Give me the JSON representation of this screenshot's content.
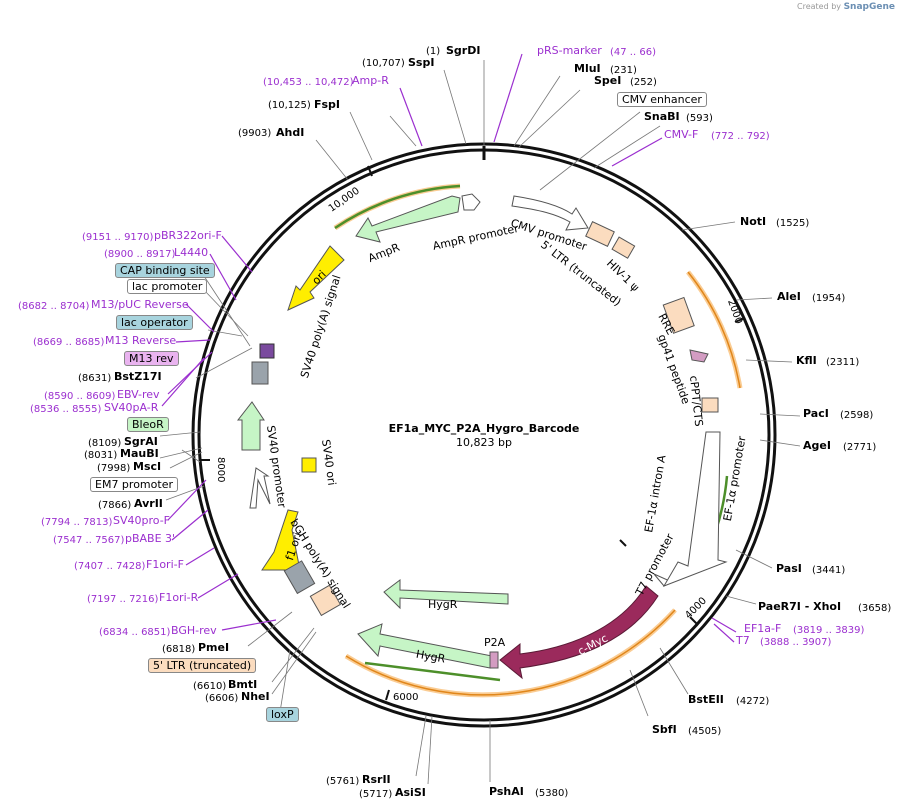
{
  "brand": {
    "prefix": "Created by",
    "name": "SnapGene"
  },
  "plasmid": {
    "name": "EF1a_MYC_P2A_Hygro_Barcode",
    "length_label": "10,823 bp",
    "length": 10823
  },
  "ticks": [
    "2000",
    "4000",
    "6000",
    "8000",
    "10,000"
  ],
  "enzymes": [
    {
      "name": "SgrDI",
      "pos": "(1)"
    },
    {
      "name": "SspI",
      "pos": "(10,707)"
    },
    {
      "name": "FspI",
      "pos": "(10,125)"
    },
    {
      "name": "AhdI",
      "pos": "(9903)"
    },
    {
      "name": "MluI",
      "pos": "(231)"
    },
    {
      "name": "SpeI",
      "pos": "(252)"
    },
    {
      "name": "SnaBI",
      "pos": "(593)"
    },
    {
      "name": "NotI",
      "pos": "(1525)"
    },
    {
      "name": "AleI",
      "pos": "(1954)"
    },
    {
      "name": "KflI",
      "pos": "(2311)"
    },
    {
      "name": "PacI",
      "pos": "(2598)"
    },
    {
      "name": "AgeI",
      "pos": "(2771)"
    },
    {
      "name": "PasI",
      "pos": "(3441)"
    },
    {
      "name": "PaeR7I - XhoI",
      "pos": "(3658)"
    },
    {
      "name": "BstEII",
      "pos": "(4272)"
    },
    {
      "name": "SbfI",
      "pos": "(4505)"
    },
    {
      "name": "PshAI",
      "pos": "(5380)"
    },
    {
      "name": "RsrII",
      "pos": "(5761)"
    },
    {
      "name": "AsiSI",
      "pos": "(5717)"
    },
    {
      "name": "BmtI",
      "pos": "(6610)"
    },
    {
      "name": "NheI",
      "pos": "(6606)"
    },
    {
      "name": "PmeI",
      "pos": "(6818)"
    },
    {
      "name": "AvrII",
      "pos": "(7866)"
    },
    {
      "name": "MscI",
      "pos": "(7998)"
    },
    {
      "name": "MauBI",
      "pos": "(8031)"
    },
    {
      "name": "SgrAI",
      "pos": "(8109)"
    },
    {
      "name": "BstZ17I",
      "pos": "(8631)"
    }
  ],
  "primers": [
    {
      "name": "pRS-marker",
      "pos": "(47 .. 66)"
    },
    {
      "name": "Amp-R",
      "pos": "(10,453 .. 10,472)"
    },
    {
      "name": "CMV-F",
      "pos": "(772 .. 792)"
    },
    {
      "name": "pBR322ori-F",
      "pos": "(9151 .. 9170)"
    },
    {
      "name": "L4440",
      "pos": "(8900 .. 8917)"
    },
    {
      "name": "M13/pUC Reverse",
      "pos": "(8682 .. 8704)"
    },
    {
      "name": "M13 Reverse",
      "pos": "(8669 .. 8685)"
    },
    {
      "name": "EBV-rev",
      "pos": "(8590 .. 8609)"
    },
    {
      "name": "SV40pA-R",
      "pos": "(8536 .. 8555)"
    },
    {
      "name": "SV40pro-F",
      "pos": "(7794 .. 7813)"
    },
    {
      "name": "pBABE 3'",
      "pos": "(7547 .. 7567)"
    },
    {
      "name": "F1ori-F",
      "pos": "(7407 .. 7428)"
    },
    {
      "name": "F1ori-R",
      "pos": "(7197 .. 7216)"
    },
    {
      "name": "BGH-rev",
      "pos": "(6834 .. 6851)"
    },
    {
      "name": "EF1a-F",
      "pos": "(3819 .. 3839)"
    },
    {
      "name": "T7",
      "pos": "(3888 .. 3907)"
    }
  ],
  "boxed_labels": [
    {
      "name": "CMV enhancer"
    },
    {
      "name": "CAP binding site"
    },
    {
      "name": "lac promoter"
    },
    {
      "name": "lac operator"
    },
    {
      "name": "M13 rev"
    },
    {
      "name": "BleoR"
    },
    {
      "name": "EM7 promoter"
    },
    {
      "name": "5' LTR (truncated)"
    },
    {
      "name": "loxP"
    }
  ],
  "features": {
    "ampr_promoter": "AmpR promoter",
    "ampr": "AmpR",
    "ori": "ori",
    "sv40_polya": "SV40 poly(A) signal",
    "sv40_promoter": "SV40 promoter",
    "sv40_ori": "SV40 ori",
    "f1_ori": "f1 ori",
    "bgh_polya": "bGH poly(A) signal",
    "hygr1": "HygR",
    "hygr2": "HygR",
    "p2a": "P2A",
    "cmyc": "c-Myc",
    "t7_promoter": "T7 promoter",
    "ef1a_intron": "EF-1α intron A",
    "ef1a_promoter": "EF-1α promoter",
    "cppt": "cPPT/CTS",
    "gp41": "gp41 peptide",
    "rre": "RRE",
    "hiv_psi": "HIV-1 ψ",
    "ltr5": "5' LTR (truncated)",
    "cmv_promoter": "CMV promoter"
  },
  "colors": {
    "primer": "#9b2fcf",
    "cmyc": "#9b2a5c",
    "amp": "#c6f5c6",
    "ori": "#ffee00",
    "ltr": "#fbdcbf",
    "orange_arc": "#f5a33a",
    "green_arc": "#4d8f2a"
  }
}
